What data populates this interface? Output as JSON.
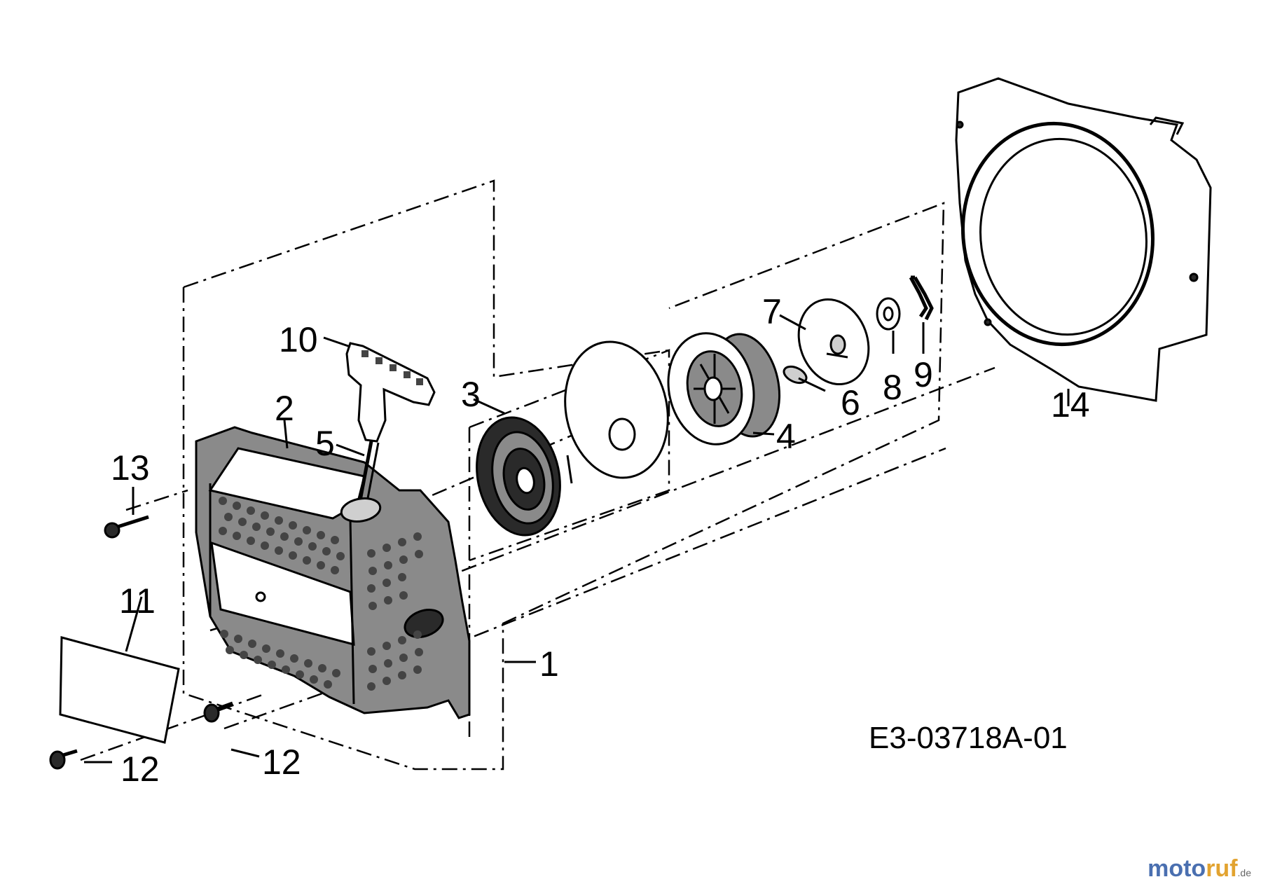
{
  "labels": {
    "p1": "1",
    "p2": "2",
    "p3": "3",
    "p4": "4",
    "p5": "5",
    "p6": "6",
    "p7": "7",
    "p8": "8",
    "p9": "9",
    "p10": "10",
    "p11": "11",
    "p12a": "12",
    "p12b": "12",
    "p13": "13",
    "p14": "14"
  },
  "drawing_code": "E3-03718A-01",
  "watermark": {
    "brand_main": "moto",
    "brand_accent": "ruf",
    "brand_suffix": ".de"
  }
}
